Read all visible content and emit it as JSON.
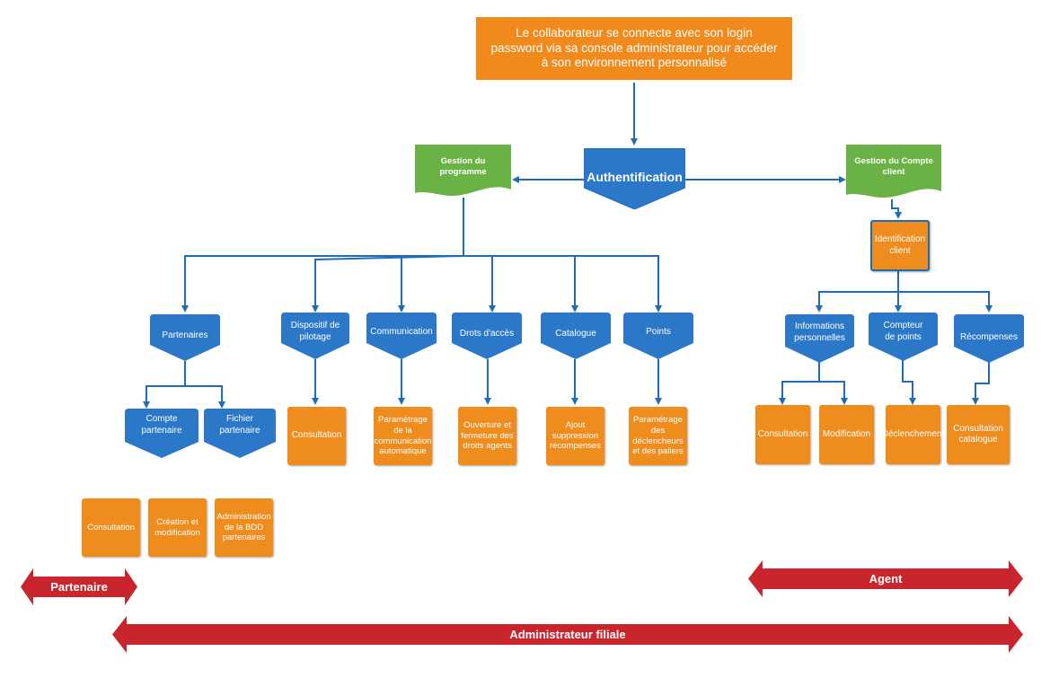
{
  "top_box": "Le collaborateur se connecte avec son login password via sa console administrateur  pour accéder à son environnement personnalisé",
  "authentification": "Authentification",
  "gestion_programme": "Gestion du programme",
  "gestion_compte": "Gestion du Compte client",
  "identification_client": "Identification client",
  "programme_nodes": {
    "partenaires": "Partenaires",
    "dispositif": "Dispositif de pilotage",
    "communication": "Communication",
    "droits": "Drots d'accès",
    "catalogue": "Catalogue",
    "points": "Points"
  },
  "partenaires_sub": {
    "compte": "Compte partenaire",
    "fichier": "Fichier partenaire"
  },
  "programme_actions": {
    "consultation": "Consultation",
    "parametrage_communication": "Paramétrage de la communication automatique",
    "ouverture": "Ouverture et fermeture des droits agents",
    "ajout": "Ajout suppression récompenses",
    "parametrage_points": "Paramétrage des déclencheurs et des paliers"
  },
  "partenaire_actions": {
    "consultation": "Consultation",
    "creation": "Création et modification",
    "administration": "Administration de la BDD partenaires"
  },
  "compte_nodes": {
    "informations": "Informations personnelles",
    "compteur": "Compteur de points",
    "recompenses": "Récompenses"
  },
  "compte_actions": {
    "consultation": "Consultation",
    "modification": "Modification",
    "declenchement": "Déclenchement",
    "consultation_catalogue": "Consultation catalogue"
  },
  "bands": {
    "partenaire": "Partenaire",
    "agent": "Agent",
    "administrateur": "Administrateur filiale"
  },
  "colors": {
    "orange": "#ef8c1e",
    "blue": "#2b78c9",
    "blue_dark": "#1f6db5",
    "green": "#6ab245",
    "red": "#c8252c"
  }
}
